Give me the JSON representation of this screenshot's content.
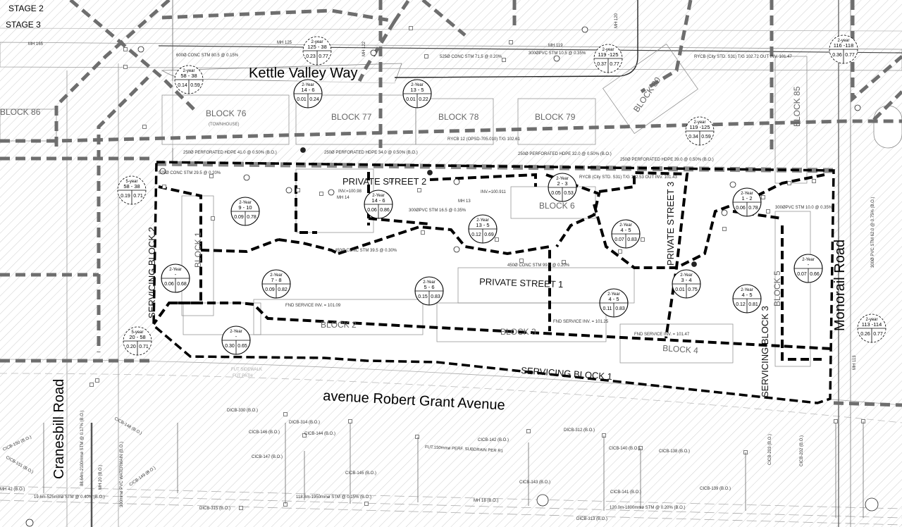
{
  "stages": [
    "STAGE 2",
    "STAGE 3"
  ],
  "roads": {
    "kettle_valley": "Kettle Valley Way",
    "robert_grant": "avenue Robert Grant Avenue",
    "cranesbill": "Cranesbill Road",
    "monorail": "Monorail Road"
  },
  "streets": {
    "private_street_1": "PRIVATE STREET 1",
    "private_street_2": "PRIVATE STREET 2",
    "private_street_3": "PRIVATE STREET 3",
    "servicing_block_1": "SERVICING BLOCK 1",
    "servicing_block_2": "SERVICING BLOCK 2",
    "servicing_block_3": "SERVICING BLOCK 3"
  },
  "blocks": {
    "b86": "BLOCK 86",
    "b76": "BLOCK 76",
    "b77": "BLOCK 77",
    "b78": "BLOCK 78",
    "b79": "BLOCK 79",
    "b80": "BLOCK 80",
    "b85": "BLOCK 85",
    "b6": "BLOCK 6",
    "b2": "BLOCK 2",
    "b3": "BLOCK 3",
    "b4": "BLOCK 4",
    "b5": "BLOCK 5",
    "b1": "BLOCK 1",
    "townhouse": "(TOWNHOUSE)"
  },
  "annotations": {
    "a1": "600Ø CONC STM 80.5 @ 0.15%",
    "a2": "525Ø CONC STM 71.5 @ 0.20%",
    "a3": "300ØPVC STM 10.5 @ 0.35%",
    "a4": "250Ø PERFORATED HDPE 41.0 @ 0.50% (B.O.)",
    "a5": "250Ø PERFORATED HDPE 34.0 @ 0.50% (B.O.)",
    "a6": "250Ø PERFORATED HDPE 32.0 @ 0.50% (B.O.)",
    "a7": "250Ø PERFORATED HDPE 39.0 @ 0.50% (B.O.)",
    "a8": "525Ø CONC STM 29.5 @ 0.20%",
    "a9": "300ØPVC STM 16.5 @ 0.35%",
    "a10": "450Ø CONC STM 39.5 @ 0.30%",
    "a11": "450Ø CONC STM 99.0 @ 0.20%",
    "a12": "300ØPVC STM 10.0 @ 0.35%",
    "a13": "FND SERVICE INV. = 101.09",
    "a14": "FND SERVICE INV. = 101.25",
    "a15": "FND SERVICE INV. = 101.47",
    "a16": "MH 13",
    "a17": "MH 14",
    "a18": "MH 119",
    "a19": "MH 125",
    "a20": "MH 165",
    "a21": "RYCB (City STD. S31) T/G 102.53 OUT INV. 101.43",
    "a22": "RYCB (City STD. S31) T/G 102.72 OUT INV. 101.47",
    "a23": "RYCB 12 (OPSD-705.010) T/G 102.61",
    "a24": "INV.=100.98",
    "a25": "INV.=100.911",
    "a26": "300Ø PVC STM 62.0 @ 0.75% (B.O.)",
    "a27": "MH 113",
    "a28": "MH 122",
    "a29": "MH 120",
    "a30": "FUT SIDEWALK",
    "a31": "FUT PATH"
  },
  "south_labels": {
    "c1": "CICB-148 (B.O.)",
    "c2": "CICB-150 (B.O.)",
    "c3": "CICB-151 (B.O.)",
    "c4": "CICB-149 (B.O.)",
    "c5": "DICB-330 (B.O.)",
    "c6": "DICB-314 (B.O.)",
    "c7": "CICB-146 (B.O.)",
    "c8": "CICB-144 (B.O.)",
    "c9": "CICB-147 (B.O.)",
    "c10": "CICB-145 (B.O.)",
    "c11": "DICB-315 (B.O.)",
    "c12": "CICB-142 (B.O.)",
    "c13": "DICB-312 (B.O.)",
    "c14": "CICB-140 (B.O.)",
    "c15": "CICB-138 (B.O.)",
    "c16": "CICB-143 (B.O.)",
    "c17": "CICB-141 (B.O.)",
    "c18": "CICB-139 (B.O.)",
    "c19": "DICB-313 (B.O.)",
    "c20": "CICB-203 (B.O.)",
    "c21": "CICB-202 (B.O.)",
    "c22": "MH 18 (B.O.)",
    "c23": "MH 20 (B.O.)",
    "c24": "MH 42 (B.O.)",
    "c25": "118.8m-1950mmø STM @ 0.15% (B.O.)",
    "c26": "120.0m-1800mmø STM @ 0.20% (B.O.)",
    "c27": "19.6m-525mmø STM @ 0.40% (B.O.)",
    "c28": "88.64m-2100mmø STM @ 0.17% (B.O.)",
    "c29": "300mmø PVC WATERMAIN (B.O.)",
    "c30": "FUT.150mmø PERF. SUBDRAIN PER R1"
  },
  "catchments": [
    {
      "period": "2-Year",
      "id": "14 - 6",
      "c": "0.01",
      "a": "0.24",
      "style": "solid"
    },
    {
      "period": "2-Year",
      "id": "13 - 5",
      "c": "0.01",
      "a": "0.22",
      "style": "solid"
    },
    {
      "period": "2-Year",
      "id": "9 - 10",
      "c": "0.09",
      "a": "0.78",
      "style": "solid"
    },
    {
      "period": "2-Year",
      "id": "14 - 6",
      "c": "0.06",
      "a": "0.86",
      "style": "solid"
    },
    {
      "period": "2-Year",
      "id": "13 - 5",
      "c": "0.12",
      "a": "0.69",
      "style": "solid"
    },
    {
      "period": "2-Year",
      "id": "2 - 3",
      "c": "0.05",
      "a": "0.53",
      "style": "solid"
    },
    {
      "period": "2-Year",
      "id": "4 - 5",
      "c": "0.07",
      "a": "0.83",
      "style": "solid"
    },
    {
      "period": "2-Year",
      "id": "1 - 2",
      "c": "0.06",
      "a": "0.78",
      "style": "solid"
    },
    {
      "period": "2-Year",
      "id": "-",
      "c": "0.06",
      "a": "0.68",
      "style": "solid"
    },
    {
      "period": "2-Year",
      "id": "7 - 8",
      "c": "0.09",
      "a": "0.82",
      "style": "solid"
    },
    {
      "period": "2-Year",
      "id": "5 - 6",
      "c": "0.15",
      "a": "0.83",
      "style": "solid"
    },
    {
      "period": "2-Year",
      "id": "4 - 5",
      "c": "0.11",
      "a": "0.83",
      "style": "solid"
    },
    {
      "period": "2-Year",
      "id": "3 - 4",
      "c": "0.01",
      "a": "0.75",
      "style": "solid"
    },
    {
      "period": "2-Year",
      "id": "4 - 5",
      "c": "0.12",
      "a": "0.81",
      "style": "solid"
    },
    {
      "period": "2-Year",
      "id": "-",
      "c": "0.07",
      "a": "0.66",
      "style": "solid"
    },
    {
      "period": "2-Year",
      "id": "-",
      "c": "0.30",
      "a": "0.65",
      "style": "solid"
    },
    {
      "period": "2-year",
      "id": "125 - 38",
      "c": "0.23",
      "a": "0.77",
      "style": "dashed"
    },
    {
      "period": "2-year",
      "id": "58 - 38",
      "c": "0.14",
      "a": "0.59",
      "style": "dashed"
    },
    {
      "period": "2-year",
      "id": "119 -125",
      "c": "0.37",
      "a": "0.77",
      "style": "dashed"
    },
    {
      "period": "2-year",
      "id": "116 -118",
      "c": "0.36",
      "a": "0.77",
      "style": "dashed"
    },
    {
      "period": "2-year",
      "id": "119 -125",
      "c": "0.34",
      "a": "0.59",
      "style": "dashed"
    },
    {
      "period": "2-year",
      "id": "113 -114",
      "c": "0.26",
      "a": "0.77",
      "style": "dashed"
    },
    {
      "period": "5-year",
      "id": "58 - 38",
      "c": "0.19",
      "a": "0.71",
      "style": "dashed"
    },
    {
      "period": "5-year",
      "id": "20 - 58",
      "c": "0.20",
      "a": "0.71",
      "style": "dashed"
    }
  ],
  "colors": {
    "boundary": "#000000",
    "drainage": "#6e6e6e",
    "hatch": "#c8c8c8"
  }
}
